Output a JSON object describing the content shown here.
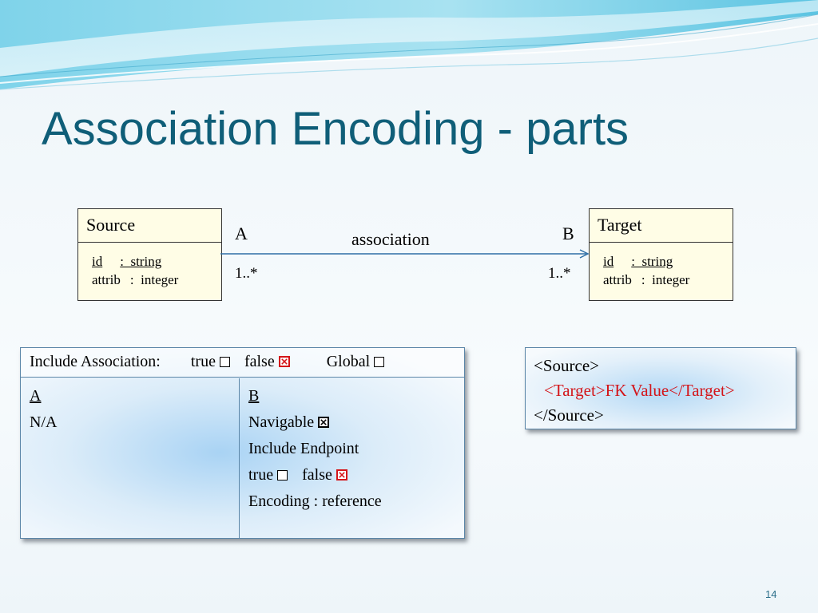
{
  "slide": {
    "title": "Association Encoding - parts",
    "page_number": "14"
  },
  "diagram": {
    "source_class": {
      "name": "Source",
      "attributes": [
        {
          "name": "id",
          "type": "string"
        },
        {
          "name": "attrib",
          "type": "integer"
        }
      ]
    },
    "target_class": {
      "name": "Target",
      "attributes": [
        {
          "name": "id",
          "type": "string"
        },
        {
          "name": "attrib",
          "type": "integer"
        }
      ]
    },
    "association": {
      "label": "association",
      "end_a_role": "A",
      "end_b_role": "B",
      "end_a_multiplicity": "1..*",
      "end_b_multiplicity": "1..*"
    }
  },
  "settings_panel": {
    "header": {
      "include_label": "Include Association:",
      "true_label": "true",
      "false_label": "false",
      "global_label": "Global"
    },
    "column_a": {
      "heading": "A",
      "value": "N/A"
    },
    "column_b": {
      "heading": "B",
      "navigable_label": "Navigable",
      "include_endpoint_label": "Include Endpoint",
      "true_label": "true",
      "false_label": "false",
      "encoding_label": "Encoding : reference"
    }
  },
  "xml_example": {
    "line1": "<Source>",
    "line2": "<Target>FK Value</Target>",
    "line3": "</Source>"
  },
  "colors": {
    "title": "#0f5e78",
    "class_fill": "#fffde6",
    "association_line": "#2f6fa7",
    "checked_red": "#d4151a",
    "panel_border": "#5b86a8"
  }
}
